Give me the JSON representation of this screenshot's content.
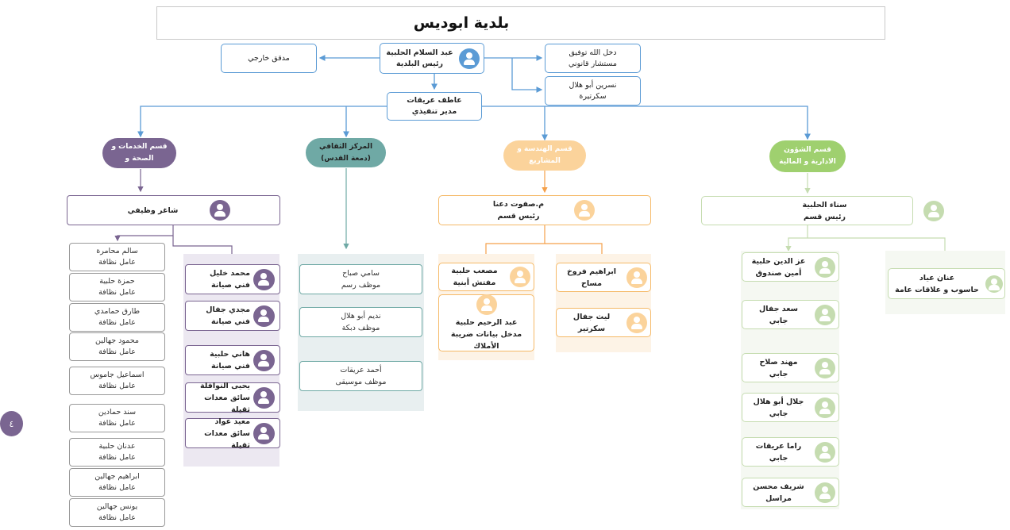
{
  "title": "بلدية ابوديس",
  "top": {
    "head": {
      "name": "عبد السلام الحلبية",
      "role": "رئيس البلدية"
    },
    "auditor": {
      "label": "مدقق خارجي"
    },
    "legal": {
      "name": "دخل الله توفيق",
      "role": "مستشار قانوني"
    },
    "secretary": {
      "name": "نسرين أبو هلال",
      "role": "سكرتيرة"
    },
    "exec": {
      "name": "عاطف عريقات",
      "role": "مدير تنفيذي"
    }
  },
  "departments": {
    "services": {
      "label": "قسم الخدمات و الصحة و",
      "head": {
        "name": "شاغر وظيفي"
      },
      "cleaners": [
        {
          "name": "سالم محامرة",
          "role": "عامل نظافة"
        },
        {
          "name": "حمزة حلبية",
          "role": "عامل نظافة"
        },
        {
          "name": "طارق حمامدي",
          "role": "عامل نظافة"
        },
        {
          "name": "محمود جهالين",
          "role": "عامل نظافة"
        },
        {
          "name": "اسماعيل جاموس",
          "role": "عامل نظافة"
        },
        {
          "name": "سند حمادين",
          "role": "عامل نظافة"
        },
        {
          "name": "عدنان حلبية",
          "role": "عامل نظافة"
        },
        {
          "name": "ابراهيم جهالين",
          "role": "عامل نظافة"
        },
        {
          "name": "يونس جهالين",
          "role": "عامل نظافة"
        }
      ],
      "maintenance": [
        {
          "name": "محمد خليل",
          "role": "فني صيانة"
        },
        {
          "name": "مجدي جفال",
          "role": "فني صيانة"
        },
        {
          "name": "هاني حلبية",
          "role": "فني صيانة"
        },
        {
          "name": "يحيى النوافلة",
          "role": "سائق معدات ثقيلة"
        },
        {
          "name": "معيد عواد",
          "role": "سائق معدات ثقيلة"
        }
      ]
    },
    "culture": {
      "label": "المركز الثقافي (دمعة القدس)",
      "staff": [
        {
          "name": "سامي صباح",
          "role": "موظف رسم"
        },
        {
          "name": "نديم أبو هلال",
          "role": "موظف دبكة"
        },
        {
          "name": "أحمد عريقات",
          "role": "موظف موسيقى"
        }
      ]
    },
    "engineering": {
      "label": "قسم الهندسة و المشاريع",
      "head": {
        "name": "م.صفوت دعنا",
        "role": "رئيس قسم"
      },
      "left": [
        {
          "name": "مصعب حلبية",
          "role": "مفتش أبنية"
        },
        {
          "name": "عبد الرحيم حلبية",
          "role": "مدخل بيانات ضريبة الأملاك"
        }
      ],
      "right": [
        {
          "name": "ابراهيم فروخ",
          "role": "مساح"
        },
        {
          "name": "ليث جفال",
          "role": "سكرتير"
        }
      ]
    },
    "admin": {
      "label": "قسم الشؤون الادارية و المالية",
      "head": {
        "name": "سناء الحلبية",
        "role": "رئيس قسم"
      },
      "staff": [
        {
          "name": "عز الدين حلبية",
          "role": "أمين صندوق"
        },
        {
          "name": "سعد جفال",
          "role": "جابي"
        },
        {
          "name": "مهند صلاح",
          "role": "جابي"
        },
        {
          "name": "جلال أبو هلال",
          "role": "جابي"
        },
        {
          "name": "راما عريقات",
          "role": "جابي"
        },
        {
          "name": "شريف محسن",
          "role": "مراسل"
        }
      ],
      "it": {
        "name": "عنان عياد",
        "role": "حاسوب و علاقات عامة"
      }
    }
  },
  "side_badge": "٤",
  "colors": {
    "blue": "#5b9bd5",
    "purple": "#7a6591",
    "teal": "#6fa9a5",
    "orange": "#f5b967",
    "green": "#9fd06f",
    "green_light": "#c5dcb0"
  }
}
